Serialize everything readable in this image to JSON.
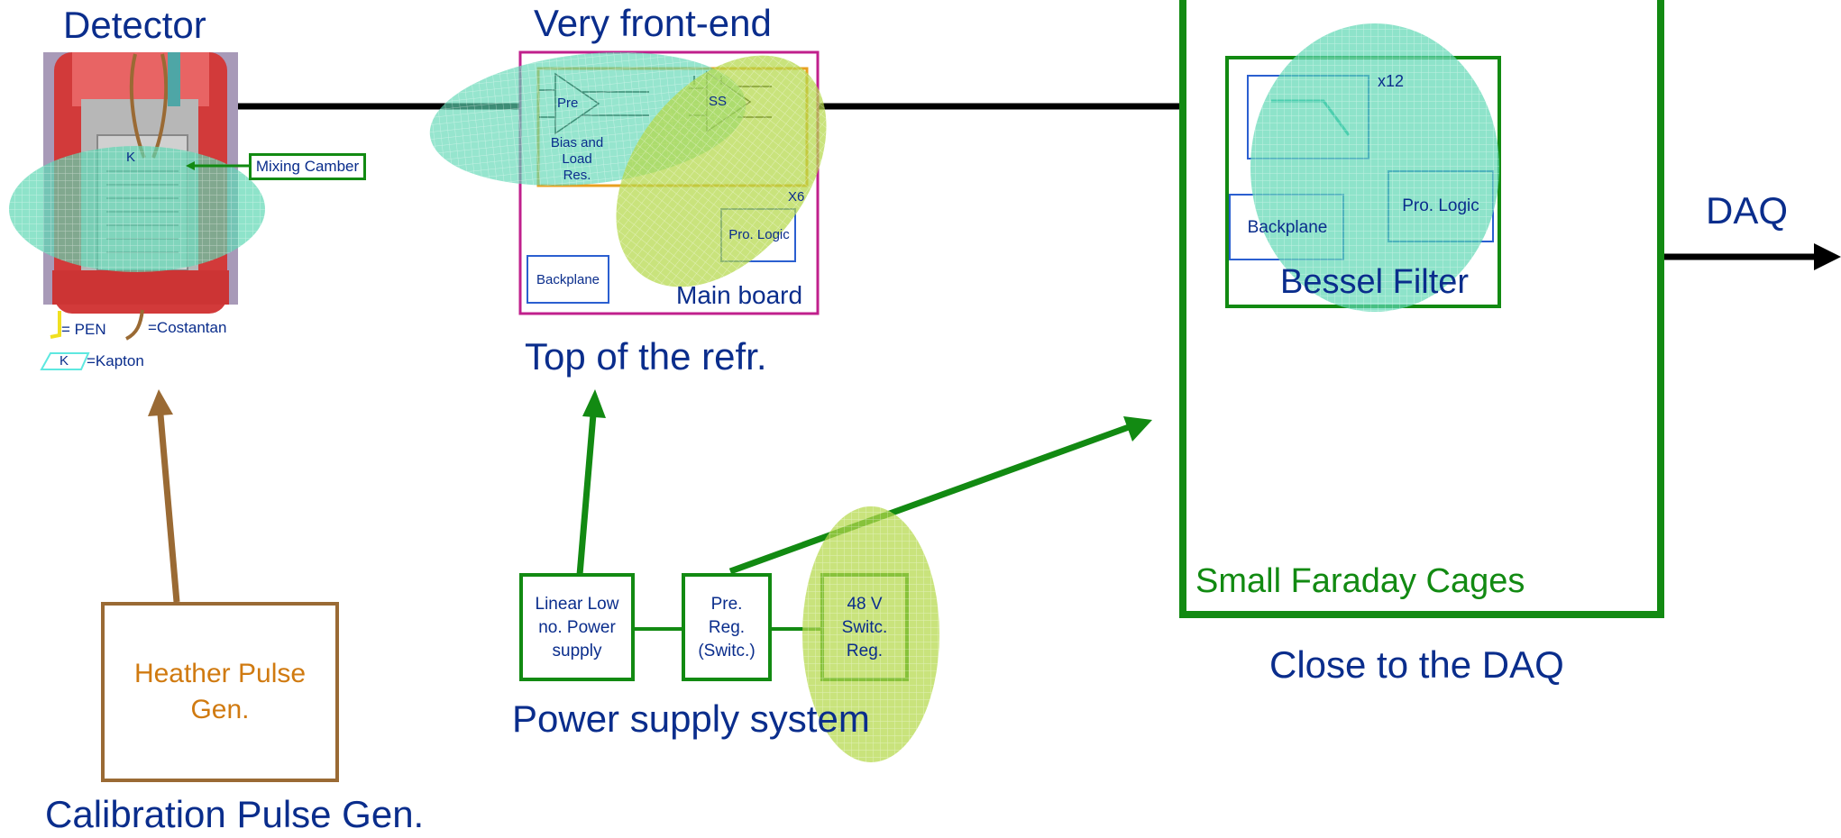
{
  "detector": {
    "title": "Detector",
    "mixing_label": "Mixing Camber",
    "k_label": "K",
    "legend": {
      "pen": "= PEN",
      "costantan": "=Costantan",
      "kapton_k": "K",
      "kapton": "=Kapton"
    }
  },
  "front_end": {
    "title": "Very front-end",
    "pre": "Pre",
    "ss": "SS",
    "bias_lines": [
      "Bias and",
      "Load",
      "Res."
    ],
    "x6": "X6",
    "pro_logic": "Pro. Logic",
    "backplane": "Backplane",
    "main_board": "Main board",
    "caption": "Top of the refr."
  },
  "power": {
    "linear_lines": [
      "Linear Low",
      "no. Power",
      "supply"
    ],
    "prereg_lines": [
      "Pre.",
      "Reg.",
      "(Switc.)"
    ],
    "v48_lines": [
      "48 V",
      "Switc.",
      "Reg."
    ],
    "caption": "Power supply system"
  },
  "calibration": {
    "heather_lines": [
      "Heather Pulse",
      "Gen."
    ],
    "caption": "Calibration Pulse Gen."
  },
  "faraday": {
    "x12": "x12",
    "backplane": "Backplane",
    "pro_logic": "Pro. Logic",
    "bessel": "Bessel Filter",
    "label": "Small Faraday Cages",
    "caption": "Close to the DAQ"
  },
  "daq": {
    "label": "DAQ"
  },
  "colors": {
    "navy": "#0a2d8c",
    "green": "#128a12",
    "magenta": "#c0208c",
    "brown": "#9a6a34",
    "orange": "#d07a10",
    "teal_fill": "#5ed7b4",
    "lime_fill": "#b4d84a",
    "blue": "#2b5fd0"
  },
  "icons": [
    "amplifier-triangle-icon",
    "filter-response-icon",
    "arrow-icon"
  ]
}
